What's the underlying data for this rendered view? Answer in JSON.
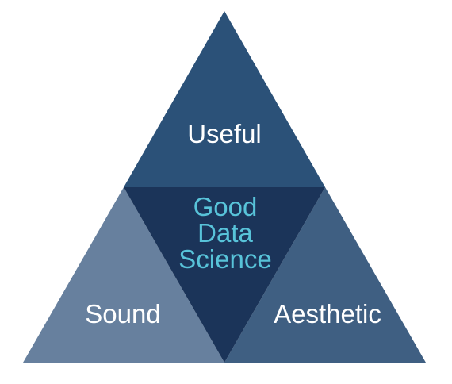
{
  "diagram": {
    "top_label": "Useful",
    "left_label": "Sound",
    "right_label": "Aesthetic",
    "center_lines": [
      "Good",
      "Data",
      "Science"
    ]
  },
  "colors": {
    "top": "#2b5178",
    "left": "#67809e",
    "right": "#3f5f82",
    "center": "#1b3459",
    "center_text": "#58c3d9",
    "label_text": "#ffffff"
  }
}
